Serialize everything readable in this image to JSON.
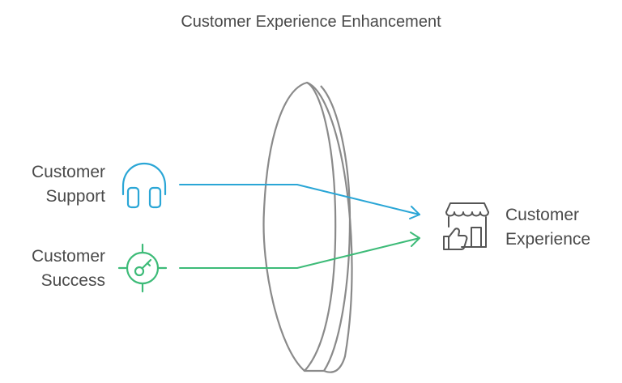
{
  "title": "Customer Experience Enhancement",
  "inputs": [
    {
      "line1": "Customer",
      "line2": "Support",
      "icon": "headphones-icon",
      "color": "#2aa6d6"
    },
    {
      "line1": "Customer",
      "line2": "Success",
      "icon": "target-key-icon",
      "color": "#3dbb78"
    }
  ],
  "output": {
    "line1": "Customer",
    "line2": "Experience",
    "icon": "storefront-thumbs-up-icon",
    "color": "#555555"
  },
  "colors": {
    "lens": "#8a8a8a",
    "text": "#4a4a4a"
  }
}
